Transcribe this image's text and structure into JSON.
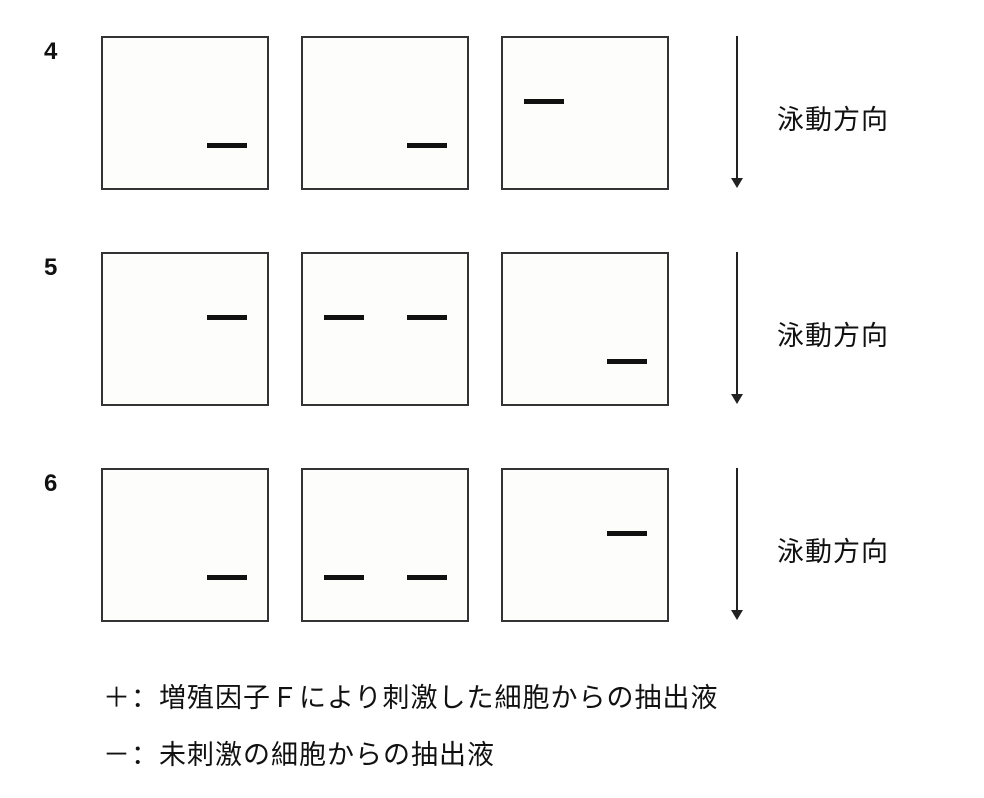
{
  "rows": [
    {
      "number": "4",
      "gels": [
        {
          "bands": [
            {
              "lane": "right",
              "level": "lower"
            }
          ]
        },
        {
          "bands": [
            {
              "lane": "right",
              "level": "lower"
            }
          ]
        },
        {
          "bands": [
            {
              "lane": "left",
              "level": "upper"
            }
          ]
        }
      ]
    },
    {
      "number": "5",
      "gels": [
        {
          "bands": [
            {
              "lane": "right",
              "level": "upper"
            }
          ]
        },
        {
          "bands": [
            {
              "lane": "left",
              "level": "upper"
            },
            {
              "lane": "right",
              "level": "upper"
            }
          ]
        },
        {
          "bands": [
            {
              "lane": "right",
              "level": "lower"
            }
          ]
        }
      ]
    },
    {
      "number": "6",
      "gels": [
        {
          "bands": [
            {
              "lane": "right",
              "level": "lower"
            }
          ]
        },
        {
          "bands": [
            {
              "lane": "left",
              "level": "lower"
            },
            {
              "lane": "right",
              "level": "lower"
            }
          ]
        },
        {
          "bands": [
            {
              "lane": "right",
              "level": "upper"
            }
          ]
        }
      ]
    }
  ],
  "direction_label": "泳動方向",
  "legend": {
    "plus": "＋：増殖因子Ｆにより刺激した細胞からの抽出液",
    "minus": "－：未刺激の細胞からの抽出液"
  }
}
